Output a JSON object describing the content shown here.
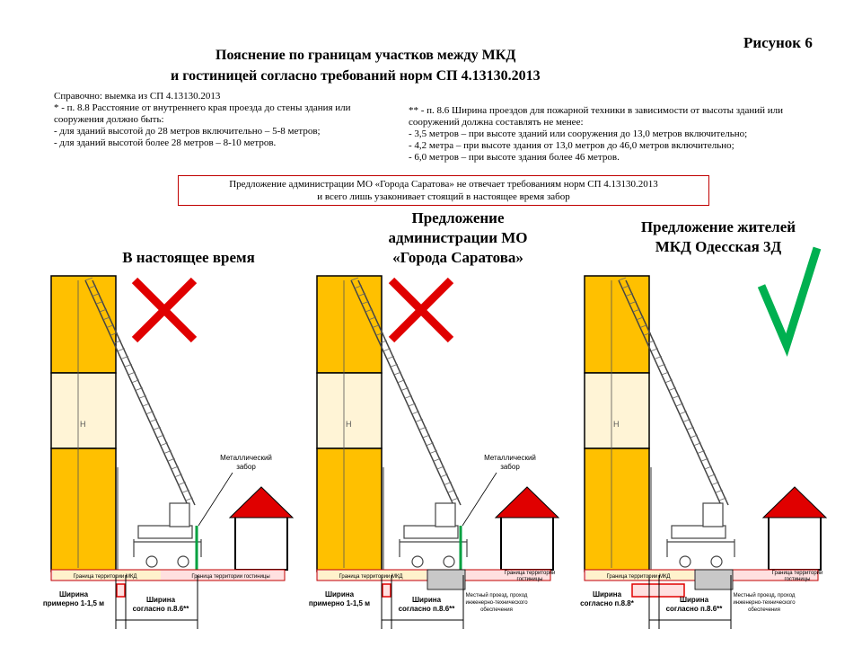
{
  "figure_label": "Рисунок 6",
  "title_line1": "Пояснение по границам участков между МКД",
  "title_line2": "и гостиницей согласно требований норм СП 4.13130.2013",
  "note_left": [
    "Справочно: выемка из СП 4.13130.2013",
    "* - п. 8.8 Расстояние от внутреннего края проезда до стены здания или",
    "сооружения должно быть:",
    "- для зданий высотой до 28 метров включительно – 5-8 метров;",
    "-     для зданий высотой более 28 метров – 8-10 метров."
  ],
  "note_right": [
    "** - п. 8.6 Ширина проездов для пожарной техники в зависимости  от высоты зданий или",
    "сооружений должна составлять не менее:",
    "- 3,5 метров – при высоте зданий или сооружения до 13,0 метров включительно;",
    "- 4,2 метра – при высоте здания от 13,0 метров до 46,0 метров включительно;",
    "- 6,0 метров – при высоте здания более 46 метров."
  ],
  "proposal_note": [
    "Предложение администрации МО «Города Саратова» не отвечает требованиям норм СП 4.13130.2013",
    "и всего  лишь узаконивает стоящий в настоящее время забор"
  ],
  "panels": [
    {
      "title": [
        "В настоящее время"
      ],
      "verdict": "cross",
      "fence_label": [
        "Металлический",
        "забор"
      ],
      "boundary_mkd": "Граница территории МКД",
      "boundary_hotel": "Граница территории гостиницы",
      "width_left": [
        "Ширина",
        "примерно 1-1,5 м"
      ],
      "width_right": [
        "Ширина",
        "согласно п.8.6**"
      ],
      "height_mark": "H"
    },
    {
      "title": [
        "Предложение",
        "администрации МО",
        "«Города Саратова»"
      ],
      "verdict": "cross",
      "fence_label": [
        "Металлический",
        "забор"
      ],
      "boundary_mkd": "Граница территории МКД",
      "boundary_hotel": [
        "Граница территории",
        "гостиницы"
      ],
      "passage_note": [
        "Местный проезд, проход",
        "инженерно-технического",
        "обеспечения"
      ],
      "width_left": [
        "Ширина",
        "примерно 1-1,5 м"
      ],
      "width_right": [
        "Ширина",
        "согласно п.8.6**"
      ],
      "height_mark": "H"
    },
    {
      "title": [
        "Предложение жителей",
        "МКД  Одесская 3Д"
      ],
      "verdict": "check",
      "boundary_mkd": "Граница территории МКД",
      "boundary_hotel": [
        "Граница территории",
        "гостиницы"
      ],
      "passage_note": [
        "Местный проезд, проход",
        "инженерно-технического",
        "обеспечения"
      ],
      "width_left": [
        "Ширина",
        "согласно п.8.8*"
      ],
      "width_right": [
        "Ширина",
        "согласно п.8.6**"
      ],
      "height_mark": "H"
    }
  ],
  "colors": {
    "building_dark": "#ffc000",
    "building_light": "#fde7a3",
    "building_mid": "#fff4d6",
    "roof": "#e00000",
    "cross": "#e00000",
    "check": "#00b050",
    "fence": "#00a040",
    "passage": "#c8c8c8",
    "boundary_fill": "#ffe0e0",
    "mkd_fill": "#fff2cc"
  }
}
